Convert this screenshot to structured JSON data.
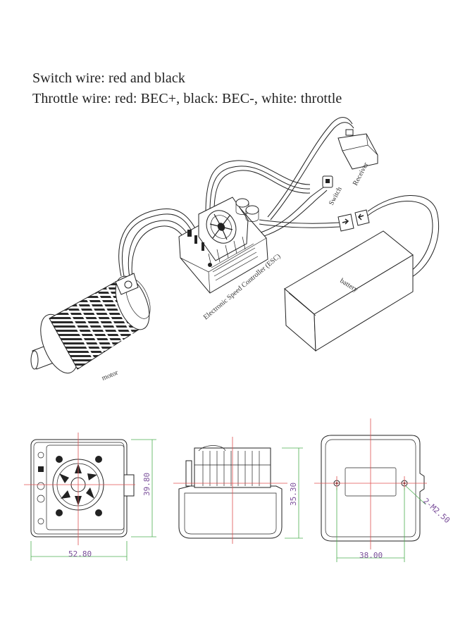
{
  "notes": {
    "switch_wire": "Switch wire: red and black",
    "throttle_wire": "Throttle wire: red: BEC+, black: BEC-, white: throttle"
  },
  "labels": {
    "receiver": "Receiver",
    "switch": "Switch",
    "esc": "Electronic Speed Controller (ESC)",
    "battery": "battery",
    "motor": "motor"
  },
  "dimensions": {
    "esc_top_width": "52.80",
    "esc_top_height": "39.80",
    "esc_side_height": "35.30",
    "bottom_hole_spacing": "38.00",
    "bottom_screw": "2-M2.50"
  },
  "colors": {
    "center_line": "#e05252",
    "dimension_line": "#4caf50",
    "dimension_text": "#7a4f9a",
    "line_art": "#222222"
  }
}
